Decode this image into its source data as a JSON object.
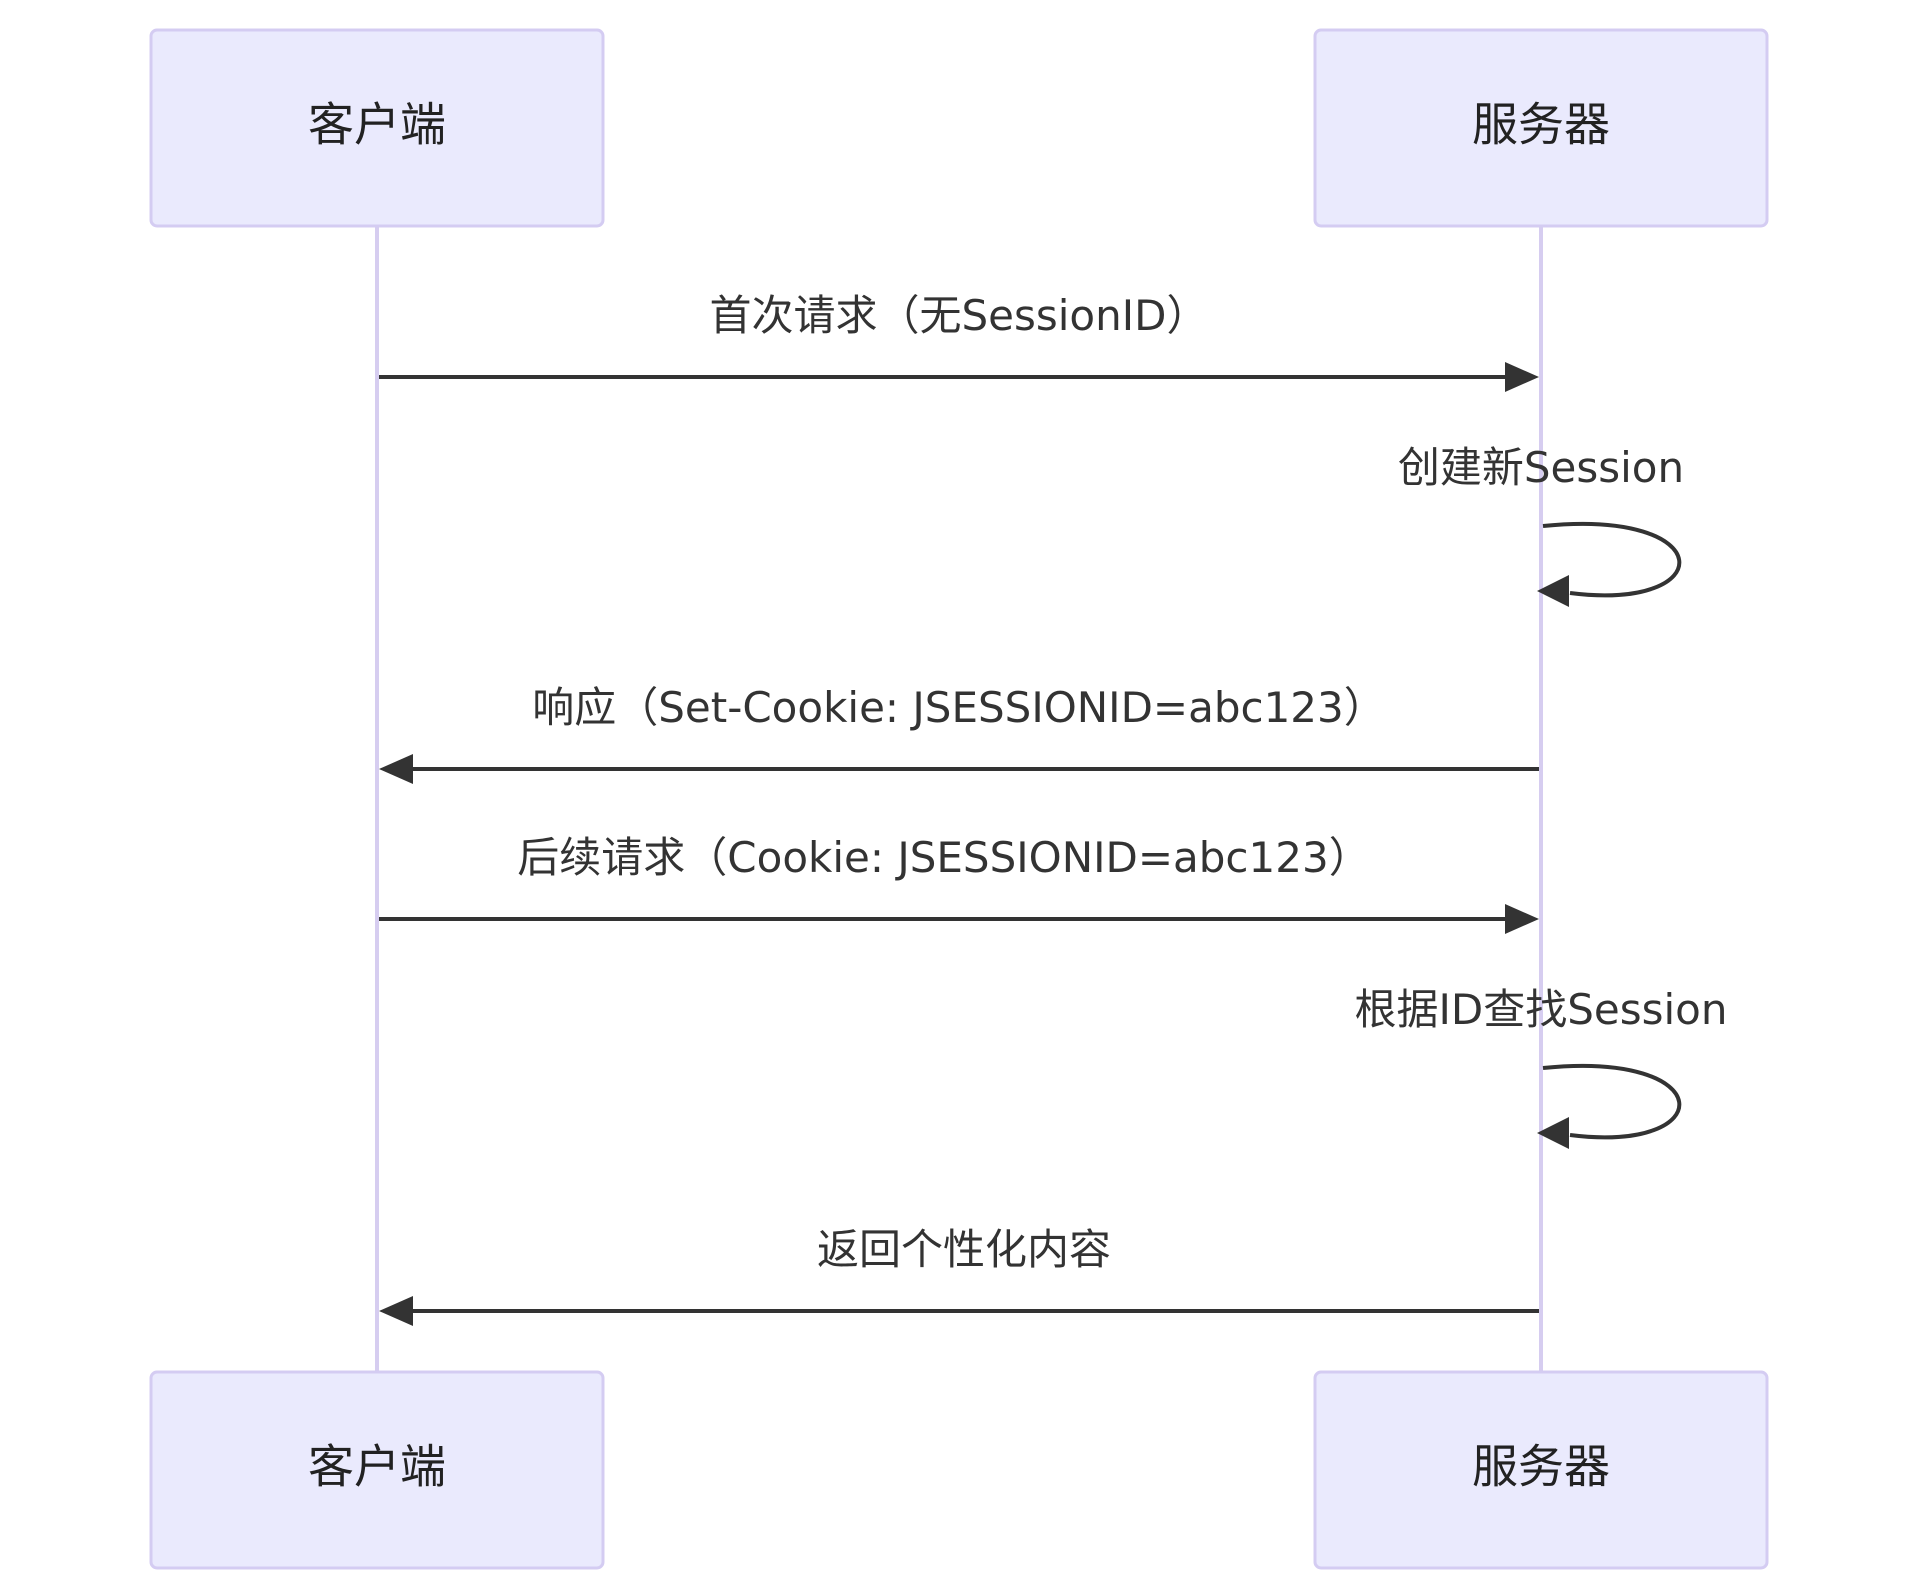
{
  "participants": [
    {
      "id": "client",
      "label": "客户端"
    },
    {
      "id": "server",
      "label": "服务器"
    }
  ],
  "messages": [
    {
      "label": "首次请求（无SessionID）",
      "from": "client",
      "to": "server",
      "kind": "arrow"
    },
    {
      "label": "创建新Session",
      "from": "server",
      "to": "server",
      "kind": "self"
    },
    {
      "label": "响应（Set-Cookie: JSESSIONID=abc123）",
      "from": "server",
      "to": "client",
      "kind": "arrow"
    },
    {
      "label": "后续请求（Cookie: JSESSIONID=abc123）",
      "from": "client",
      "to": "server",
      "kind": "arrow"
    },
    {
      "label": "根据ID查找Session",
      "from": "server",
      "to": "server",
      "kind": "self"
    },
    {
      "label": "返回个性化内容",
      "from": "server",
      "to": "client",
      "kind": "arrow"
    }
  ],
  "colors": {
    "actor_fill": "#eaeafd",
    "actor_border": "#d4ccf2",
    "lifeline": "#d6cdf0",
    "arrow": "#333333",
    "text": "#333333"
  }
}
